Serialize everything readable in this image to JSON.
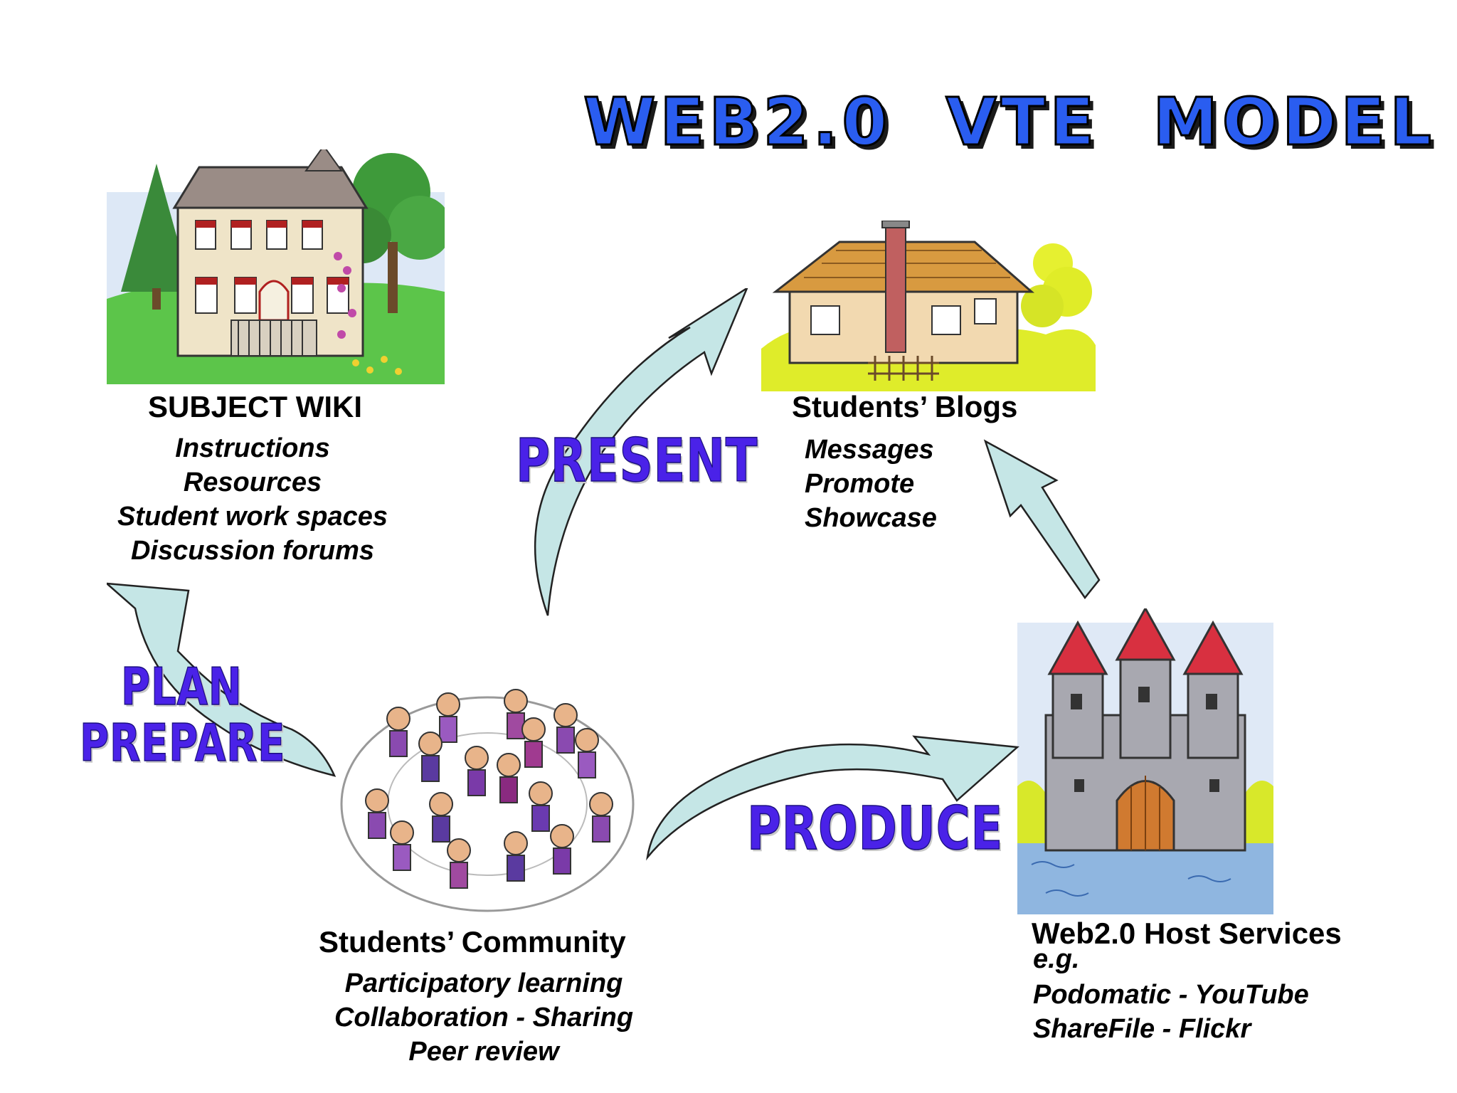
{
  "title": "WEB2.0  VTE  MODEL",
  "verbs": {
    "present": "PRESENT",
    "plan": "PLAN",
    "prepare": "PREPARE",
    "produce": "PRODUCE"
  },
  "wiki": {
    "heading": "SUBJECT WIKI",
    "items": [
      "Instructions",
      "Resources",
      "Student work spaces",
      "Discussion forums"
    ]
  },
  "blogs": {
    "heading": "Students’ Blogs",
    "items": [
      "Messages",
      "Promote",
      "Showcase"
    ]
  },
  "community": {
    "heading": "Students’ Community",
    "items": [
      "Participatory learning",
      "Collaboration - Sharing",
      "Peer review"
    ]
  },
  "host": {
    "heading": "Web2.0 Host Services",
    "eg": "e.g.",
    "items": [
      "Podomatic - YouTube",
      "ShareFile - Flickr"
    ]
  },
  "colors": {
    "arrow_fill": "#c5e6e6",
    "verb": "#4a22e8",
    "title": "#2a5df0"
  }
}
